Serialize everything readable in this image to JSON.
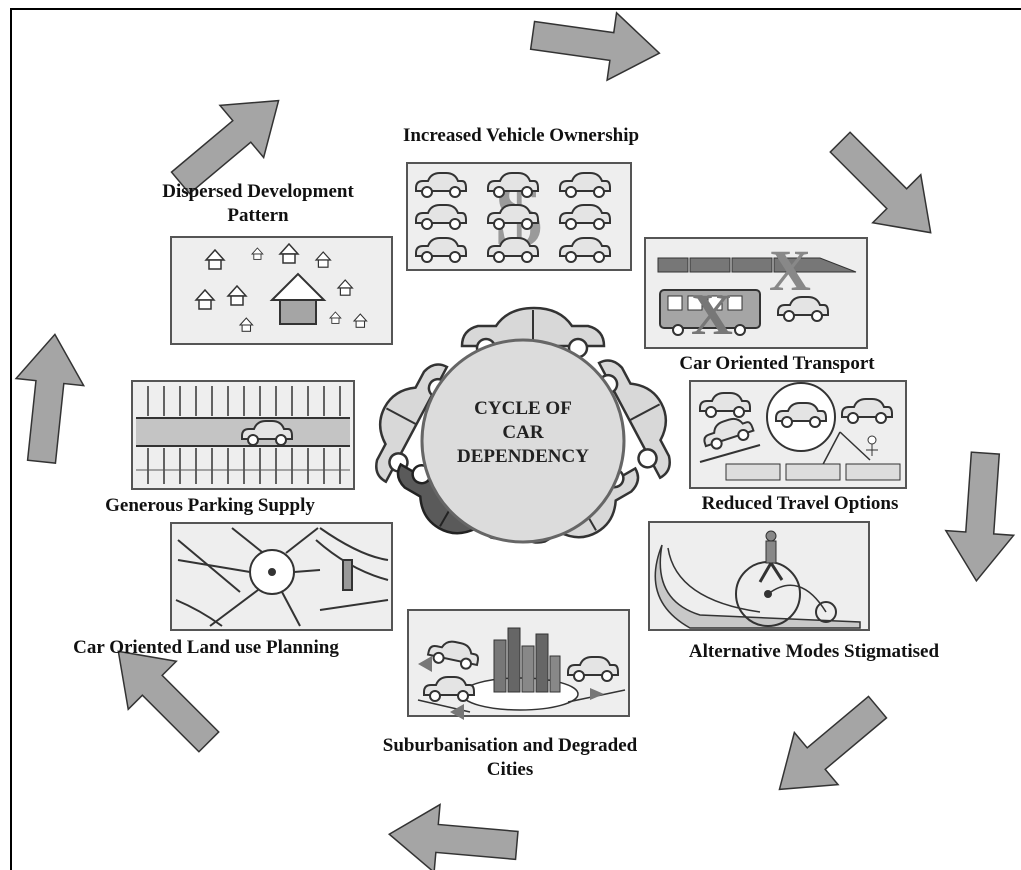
{
  "title": {
    "line1": "CYCLE OF",
    "line2": "CAR",
    "line3": "DEPENDENCY"
  },
  "stages": [
    {
      "id": "increased-vehicle-ownership",
      "label": "Increased Vehicle Ownership",
      "icon": "cars-dollar-icon"
    },
    {
      "id": "car-oriented-transport",
      "label": "Car Oriented Transport",
      "icon": "crossed-train-bus-icon"
    },
    {
      "id": "reduced-travel-options",
      "label": "Reduced Travel Options",
      "icon": "cars-pedestrian-icon"
    },
    {
      "id": "alternative-modes-stigmatised",
      "label": "Alternative Modes Stigmatised",
      "icon": "penny-farthing-icon"
    },
    {
      "id": "suburbanisation",
      "label_line1": "Suburbanisation and Degraded",
      "label_line2": "Cities",
      "icon": "city-towers-icon"
    },
    {
      "id": "car-oriented-land-use",
      "label": "Car Oriented Land use Planning",
      "icon": "road-network-icon"
    },
    {
      "id": "generous-parking",
      "label": "Generous Parking Supply",
      "icon": "parking-lot-icon"
    },
    {
      "id": "dispersed-development",
      "label_line1": "Dispersed Development",
      "label_line2": "Pattern",
      "icon": "scattered-houses-icon"
    }
  ],
  "arrows": [
    "cycle-arrow-icon"
  ],
  "colors": {
    "arrow_fill": "#a5a5a5",
    "panel_fill": "#eeeeee",
    "center_fill": "#dcdcdc",
    "dark_car": "#5a5a5a"
  }
}
